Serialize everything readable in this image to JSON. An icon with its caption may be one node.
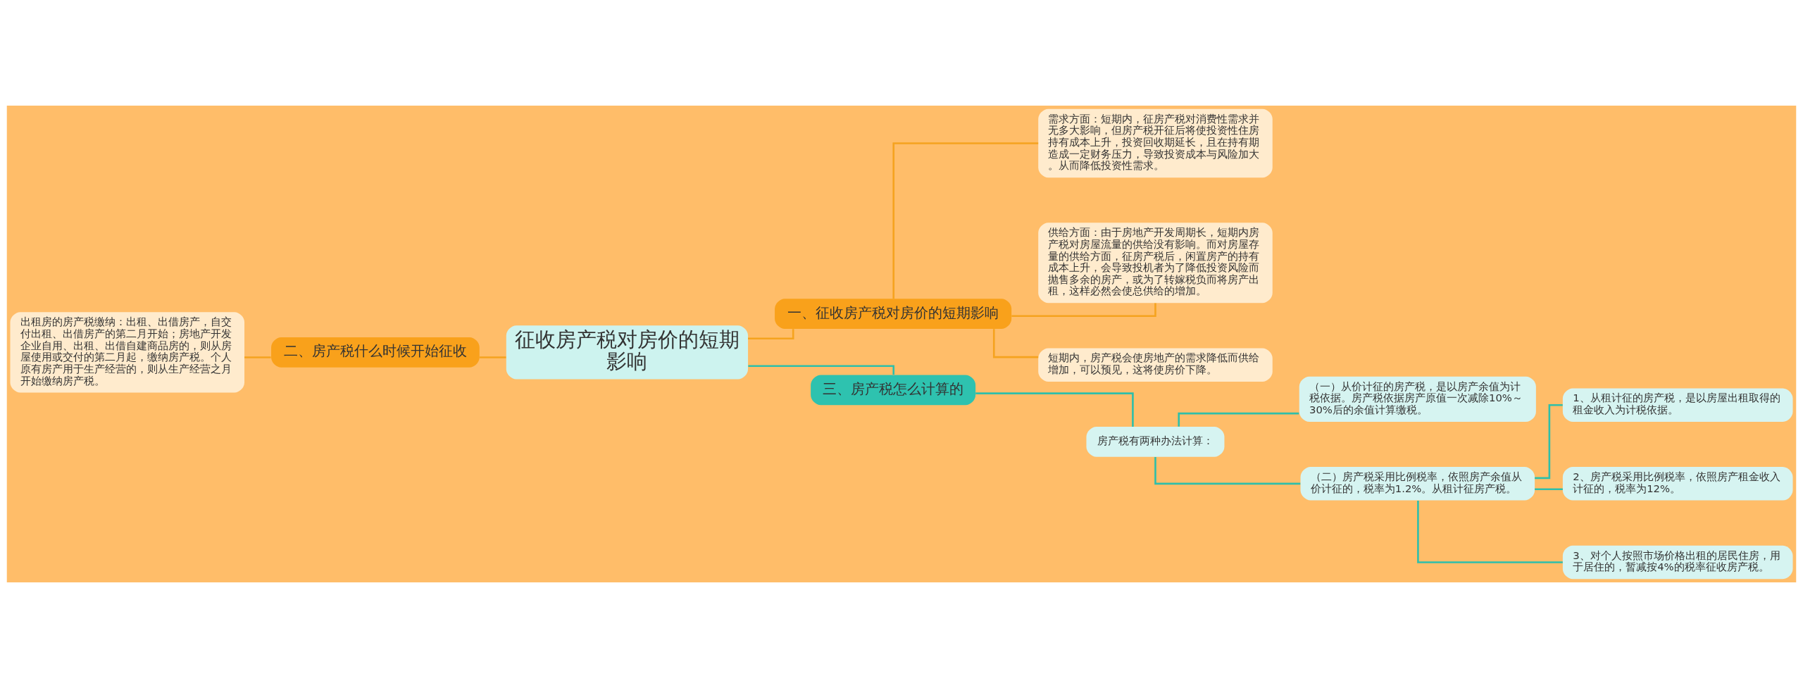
{
  "diagram": {
    "nodes": [
      {
        "text": [
          "征收房产税对房价的短期影响"
        ]
      },
      {
        "text": [
          "一、征收房产税对房价的短期影响"
        ]
      },
      {
        "text": [
          "需求方面：短期内，征房产税对消费性需求并无多大影响，但房产税开征后将使投资性住房持有成本上升，投资回收期延长，且在持有期造成一定财务压力，导致投资成本与风险加大。从而降低投资性需求。"
        ]
      },
      {
        "text": [
          "供给方面：由于房地产开发周期长，短期内房产税对房屋流量的供给没有影响。而对房屋存量的供给方面，征房产税后，闲置房产的持有成本上升，会导致投机者为了降低投资风险而抛售多余的房产，或为了转嫁税负而将房产出租，这样必然会使总供给的增加。"
        ]
      },
      {
        "text": [
          "短期内，房产税会使房地产的需求降低而供给增加，可以预见，这将使房价下降。"
        ]
      },
      {
        "text": [
          "二、房产税什么时候开始征收"
        ]
      },
      {
        "text": [
          "出租房的房产税缴纳：出租、出借房产，自交付出租、出借房产的第二月开始；房地产开发企业自用、出租、出借自建商品房的，则从房屋使用或交付的第二月起，缴纳房产税。个人原有房产用于生产经营的，则从生产经营之月开始缴纳房产税。"
        ]
      },
      {
        "text": [
          "三、房产税怎么计算的"
        ]
      },
      {
        "text": [
          "房产税有两种办法计算："
        ]
      },
      {
        "text": [
          "（一）从价计征的房产税，是以房产余值为计税依据。房产税依据房产原值一次减除10%～30%后的余值计算缴税。"
        ]
      },
      {
        "text": [
          "（二）房产税采用比例税率，依照房产余值从价计征的，税率为1.2%。从租计征房产税。"
        ]
      },
      {
        "text": [
          "1、从租计征的房产税，是以房屋出租取得的租金收入为计税依据。"
        ]
      },
      {
        "text": [
          "2、房产税采用比例税率，依照房产租金收入计征的，税率为12%。"
        ]
      },
      {
        "text": [
          "3、对个人按照市场价格出租的居民住房，用于居住的，暂减按4%的税率征收房产税。"
        ]
      }
    ],
    "edges": [
      {
        "from": 0,
        "to": 1,
        "arrow": "none",
        "color": "#f5a31f"
      },
      {
        "from": 1,
        "to": 2,
        "arrow": "none",
        "color": "#f5a31f"
      },
      {
        "from": 1,
        "to": 3,
        "arrow": "none",
        "color": "#f5a31f"
      },
      {
        "from": 1,
        "to": 4,
        "arrow": "none",
        "color": "#f5a31f"
      },
      {
        "from": 0,
        "to": 5,
        "arrow": "none",
        "color": "#f5a31f"
      },
      {
        "from": 5,
        "to": 6,
        "arrow": "none",
        "color": "#f5a31f"
      },
      {
        "from": 0,
        "to": 7,
        "arrow": "none"
      },
      {
        "from": 7,
        "to": 8,
        "arrow": "none"
      },
      {
        "from": 8,
        "to": 9,
        "arrow": "none"
      },
      {
        "from": 8,
        "to": 10,
        "arrow": "none"
      },
      {
        "from": 10,
        "to": 11,
        "arrow": "none"
      },
      {
        "from": 10,
        "to": 12,
        "arrow": "none"
      },
      {
        "from": 10,
        "to": 13,
        "arrow": "none"
      }
    ]
  }
}
